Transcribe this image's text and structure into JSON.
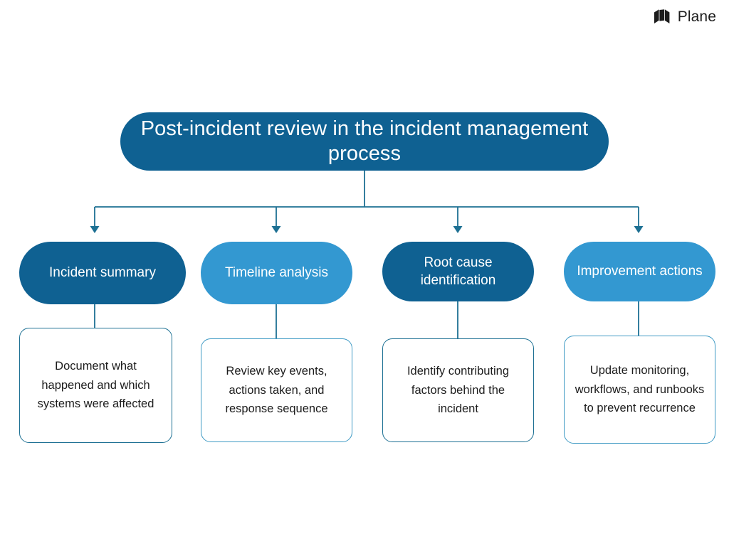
{
  "brand": {
    "name": "Plane",
    "mark_icon": "plane-logo-icon"
  },
  "diagram": {
    "title": "Post-incident review in the incident management process",
    "colors": {
      "dark_blue": "#0f6192",
      "light_blue": "#3398d1",
      "connector": "#1d7093",
      "box_border_dark": "#1d7093",
      "box_border_light": "#3e9ac4",
      "text_on_fill": "#ffffff",
      "body_text": "#1c1c1c",
      "background": "#ffffff"
    },
    "nodes": [
      {
        "label": "Incident summary",
        "description": "Document what happened and which systems were affected",
        "fill": "#0f6192"
      },
      {
        "label": "Timeline analysis",
        "description": "Review key events, actions taken, and response sequence",
        "fill": "#3398d1"
      },
      {
        "label": "Root cause identification",
        "description": "Identify contributing factors behind the incident",
        "fill": "#0f6192"
      },
      {
        "label": "Improvement actions",
        "description": "Update monitoring, workflows, and runbooks to prevent recurrence",
        "fill": "#3398d1"
      }
    ]
  }
}
